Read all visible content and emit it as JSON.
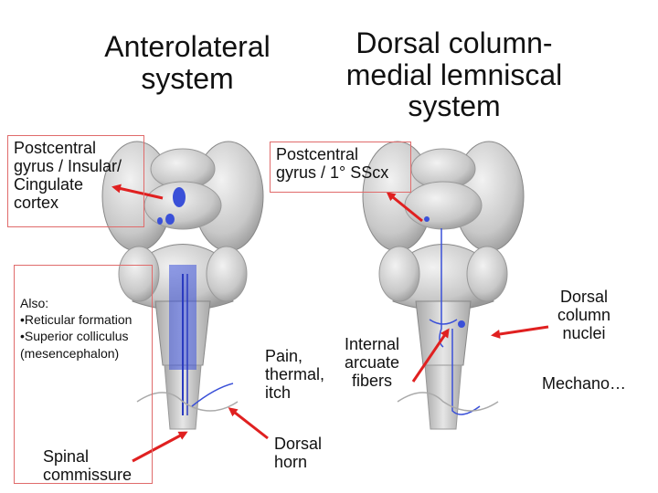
{
  "titles": {
    "left": "Anterolateral\nsystem",
    "right": "Dorsal column-\nmedial lemniscal\nsystem"
  },
  "labels": {
    "left_cortex": "Postcentral\ngyrus / Insular/\nCingulate\ncortex",
    "right_cortex": "Postcentral\ngyrus / 1° SScx",
    "also": "Also:\n•Reticular formation\n•Superior colliculus\n  (mesencephalon)",
    "spinal_commissure": "Spinal\ncommissure",
    "pain": "Pain,\nthermal,\nitch",
    "dorsal_horn": "Dorsal\nhorn",
    "internal_arcuate": "Internal\narcuate\nfibers",
    "dorsal_column_nuclei": "Dorsal\ncolumn\nnuclei",
    "mechano": "Mechano…"
  },
  "colors": {
    "arrow": "#e02020",
    "box_border": "#e06b6b",
    "tract": "#3a50d8",
    "brainstem": "#c9c9c9"
  }
}
